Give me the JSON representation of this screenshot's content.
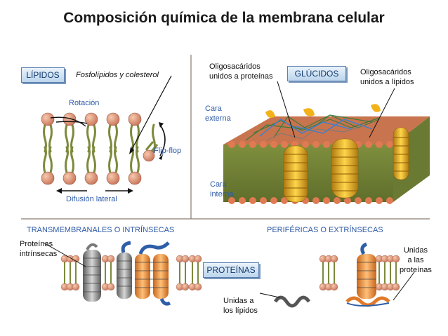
{
  "title": "Composición química de la membrana celular",
  "lipidos": {
    "box": "LÍPIDOS",
    "caption": "Fosfolípidos y colesterol",
    "rotacion": "Rotación",
    "flipflop": "Flip-flop",
    "difusion": "Difusión lateral"
  },
  "glucidos": {
    "box": "GLÚCIDOS",
    "oligo_prot_1": "Oligosacáridos",
    "oligo_prot_2": "unidos a proteínas",
    "oligo_lip_1": "Oligosacáridos",
    "oligo_lip_2": "unidos a lípidos",
    "cara_ext_1": "Cara",
    "cara_ext_2": "externa",
    "cara_int_1": "Cara",
    "cara_int_2": "interna"
  },
  "proteinas": {
    "box": "PROTEÍNAS",
    "transmembranales": "TRANSMEMBRANALES O INTRÍNSECAS",
    "perifericas": "PERIFÉRICAS O EXTRÍNSECAS",
    "intrinsecas_1": "Proteínas",
    "intrinsecas_2": "intrínsecas",
    "unidas_lip_1": "Unidas a",
    "unidas_lip_2": "los lípidos",
    "unidas_prot_1": "Unidas",
    "unidas_prot_2": "a las",
    "unidas_prot_3": "proteínas"
  }
}
